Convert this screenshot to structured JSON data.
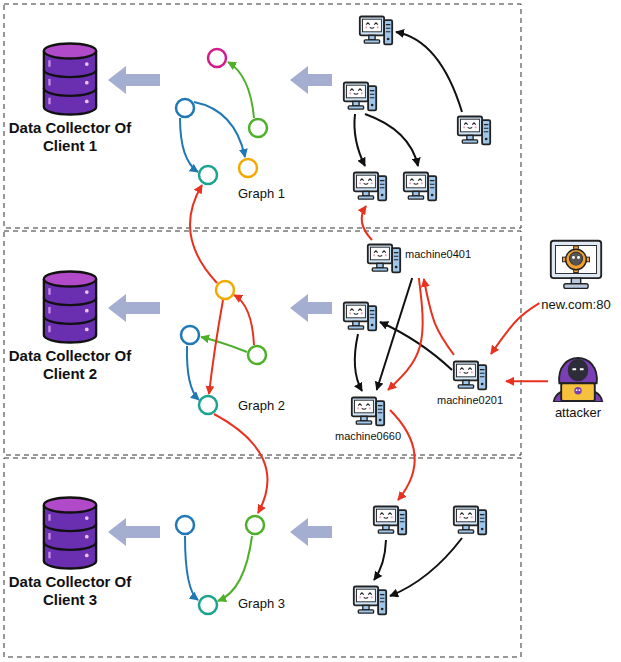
{
  "diagram": {
    "nodes": [
      {
        "text": [
          "Data Collector Of Client 1"
        ]
      },
      {
        "text": [
          "Data Collector Of Client 2"
        ]
      },
      {
        "text": [
          "machine0401"
        ]
      },
      {
        "text": [
          "new.com:80"
        ]
      },
      {
        "text": [
          "machine0201"
        ]
      },
      {
        "text": [
          "attacker"
        ]
      },
      {
        "text": [
          "machine0660"
        ]
      },
      {
        "text": [
          "Data Collector Of Client 3"
        ]
      }
    ],
    "edges": [
      {
        "from": 3,
        "to": 4,
        "arrow": "to"
      },
      {
        "from": 5,
        "to": 4,
        "arrow": "to"
      },
      {
        "from": 4,
        "to": 2,
        "arrow": "to"
      },
      {
        "from": 2,
        "to": 6,
        "arrow": "to"
      },
      {
        "from": 2,
        "to": 6,
        "arrow": "to"
      }
    ],
    "labels": [
      "Graph 1",
      "Graph 2",
      "Graph 3"
    ]
  }
}
